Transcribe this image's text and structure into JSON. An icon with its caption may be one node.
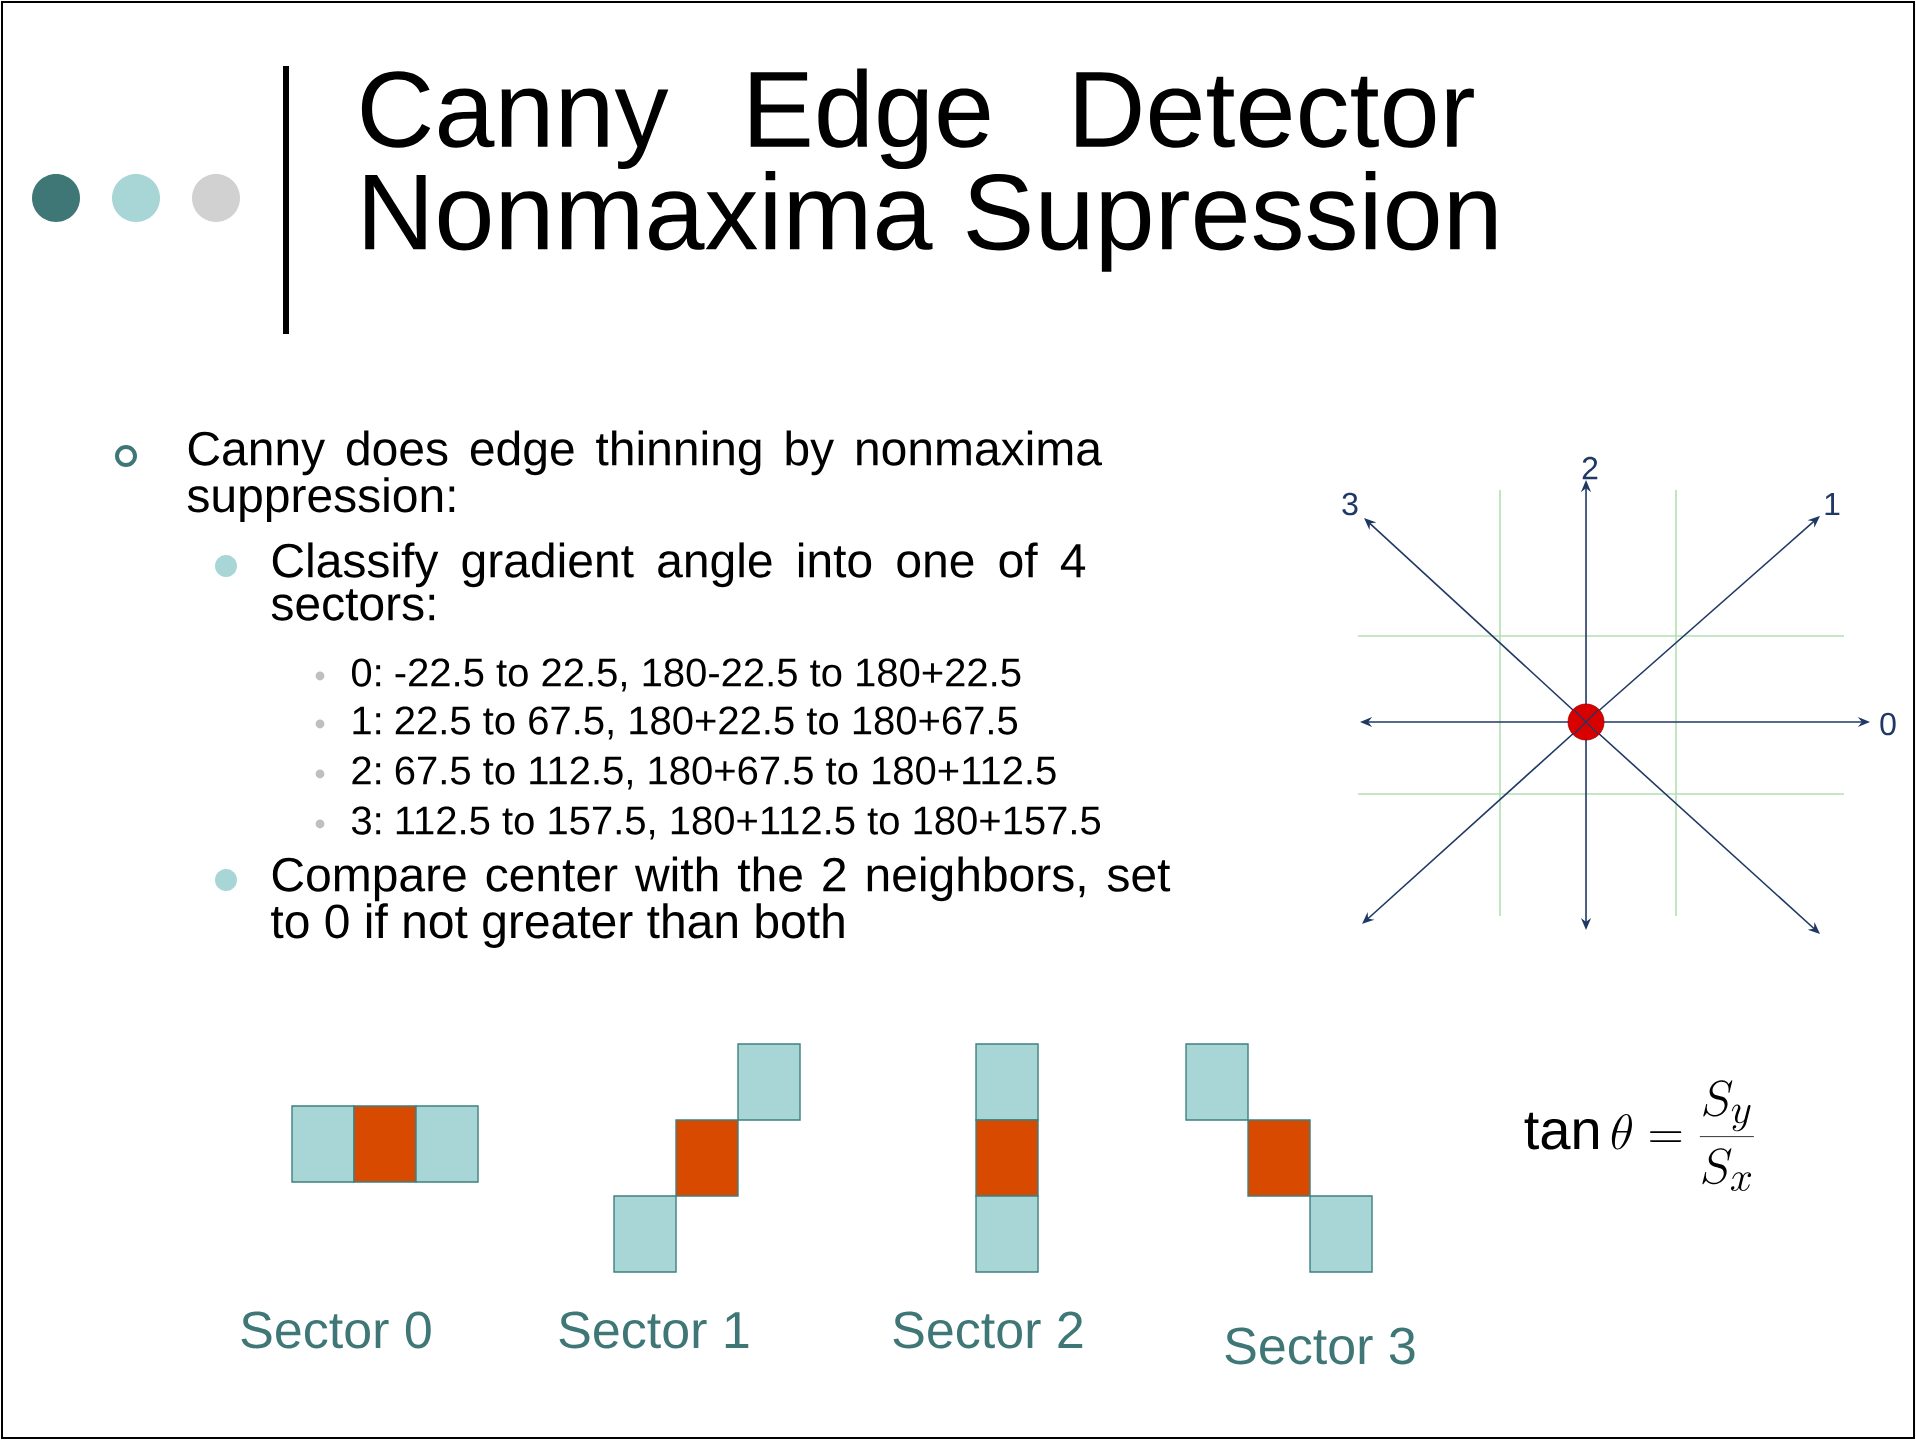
{
  "diagram": {
    "title": "Canny Edge Detector Nonmaxima Supression",
    "labels": [
      "Canny does edge thinning by nonmaxima suppression:",
      "Classify gradient angle into one of 4 sectors:",
      "0: -22.5 to 22.5, 180-22.5 to 180+22.5",
      "1: 22.5 to 67.5, 180+22.5 to 180+67.5",
      "2: 67.5 to 112.5, 180+67.5 to 180+112.5",
      "3: 112.5 to 157.5, 180+112.5 to 180+157.5",
      "Compare center with the 2 neighbors, set to 0 if not greater than both",
      "3",
      "2",
      "1",
      "0",
      "Sector 0",
      "Sector 1",
      "Sector 2",
      "Sector 3",
      "\\tan\\theta = \\frac{S_y}{S_x}"
    ]
  }
}
